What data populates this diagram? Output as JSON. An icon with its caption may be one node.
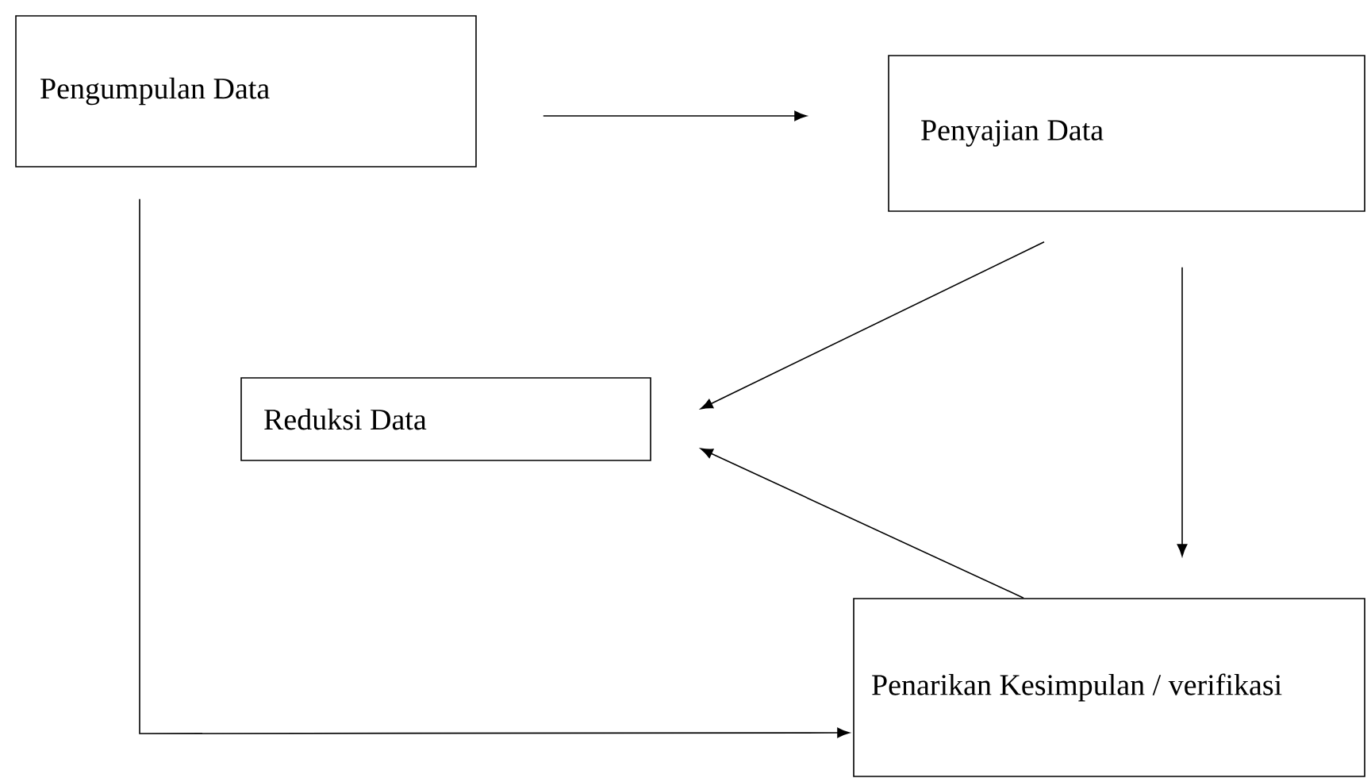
{
  "diagram": {
    "nodes": [
      {
        "text": [
          "Pengumpulan Data"
        ]
      },
      {
        "text": [
          "Penyajian Data"
        ]
      },
      {
        "text": [
          "Reduksi Data"
        ]
      },
      {
        "text": [
          "Penarikan Kesimpulan / verifikasi"
        ]
      }
    ],
    "edges": [
      {
        "from": 0,
        "to": 1,
        "arrow": "to"
      },
      {
        "from": 1,
        "to": 2,
        "arrow": "to"
      },
      {
        "from": 1,
        "to": 3,
        "arrow": "to"
      },
      {
        "from": 3,
        "to": 2,
        "arrow": "to"
      },
      {
        "from": 0,
        "to": 3,
        "arrow": "to"
      }
    ]
  }
}
